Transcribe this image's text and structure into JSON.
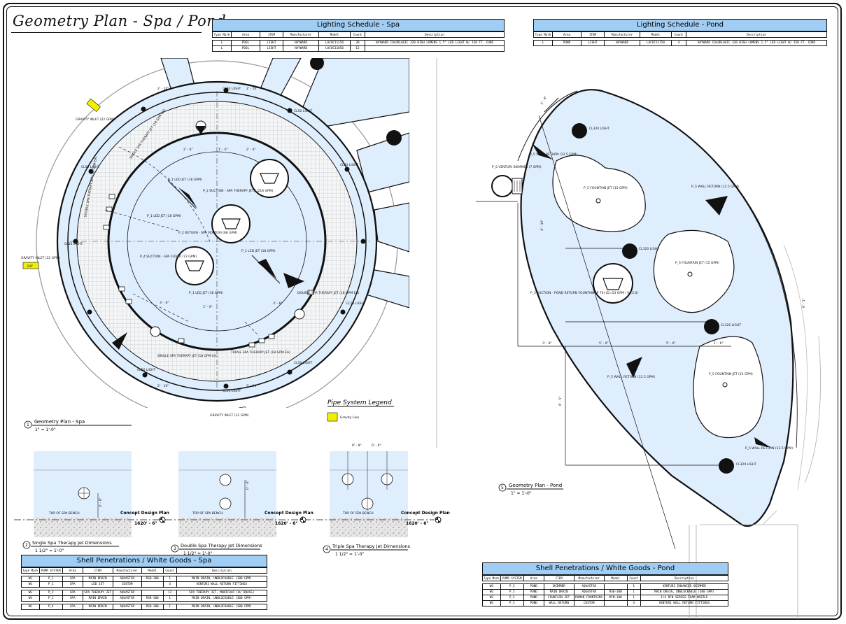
{
  "title": "Geometry Plan - Spa / Pond",
  "lighting_spa": {
    "header": "Lighting Schedule - Spa",
    "columns": [
      "Type Mark",
      "Area",
      "ITEM",
      "Manufacturer",
      "Model",
      "Count",
      "Description"
    ],
    "rows": [
      [
        "L",
        "POOL",
        "LIGHT",
        "HAYWARD",
        "LACUC11150",
        "30",
        "HAYWARD COLORLOGIC 320 HIGH LUMENS 1.5\" LED LIGHT W/ 150 FT. CORD"
      ],
      [
        "L",
        "POOL",
        "LIGHT",
        "HAYWARD",
        "LACUC11050",
        "12",
        ""
      ]
    ]
  },
  "lighting_pond": {
    "header": "Lighting Schedule - Pond",
    "columns": [
      "Type Mark",
      "Area",
      "ITEM",
      "Manufacturer",
      "Model",
      "Count",
      "Description"
    ],
    "rows": [
      [
        "L",
        "POND",
        "LIGHT",
        "HAYWARD",
        "LACUC11150",
        "4",
        "HAYWARD COLORLOGIC 320 HIGH LUMENS 1.5\" LED LIGHT W/ 150 FT. CORD"
      ]
    ]
  },
  "shell_spa": {
    "header": "Shell Penetrations / White Goods - Spa",
    "columns": [
      "Type Mark",
      "PUMP SYSTEM",
      "Area",
      "ITEM",
      "Manufacturer",
      "Model",
      "Count",
      "Description"
    ],
    "rows": [
      [
        "WG",
        "P_1",
        "SPA",
        "MAIN DRAIN",
        "AQUASTAR",
        "RSB-300",
        "1",
        "MAIN DRAIN, UNBLOCKABLE (300 GPM)"
      ],
      [
        "WG",
        "P_1",
        "SPA",
        "LED JET",
        "CUSTOM",
        "",
        "4",
        "VENTURI WALL RETURN FITTINGS"
      ],
      [
        "WG",
        "P_2",
        "SPA",
        "SPA THERAPY JET",
        "AQUASTAR",
        "",
        "12",
        "SPA THERAPY JET, MANIFOLD (W/ BRASS)"
      ],
      [
        "WG",
        "P_2",
        "SPA",
        "MAIN DRAIN",
        "AQUASTAR",
        "RSB-300",
        "1",
        "MAIN DRAIN, UNBLOCKABLE (300 GPM)"
      ],
      [
        "WG",
        "P_4",
        "SPA",
        "MAIN DRAIN",
        "AQUASTAR",
        "RSB-300",
        "1",
        "MAIN DRAIN, UNBLOCKABLE (300 GPM)"
      ]
    ]
  },
  "shell_pond": {
    "header": "Shell Penetrations / White Goods - Pond",
    "columns": [
      "Type Mark",
      "PUMP SYSTEM",
      "Area",
      "ITEM",
      "Manufacturer",
      "Model",
      "Count",
      "Description"
    ],
    "rows": [
      [
        "WG",
        "P_5",
        "POND",
        "SKIMMER",
        "AQUASTAR",
        "",
        "1",
        "VENTURI ENHANCED SKIMMER"
      ],
      [
        "WG",
        "P_5",
        "POND",
        "MAIN DRAIN",
        "AQUASTAR",
        "RSB-300",
        "1",
        "MAIN DRAIN, UNBLOCKABLE (300 GPM)"
      ],
      [
        "WG",
        "P_5",
        "POND",
        "FOUNTAIN JET",
        "ROMAN FOUNTAINS",
        "RFN-100",
        "1",
        "1/4 RFN SERIES FOAM NOZZLE"
      ],
      [
        "WG",
        "P_5",
        "POND",
        "WALL RETURN",
        "CUSTOM",
        "",
        "4",
        "VENTURI WALL RETURN FITTINGS"
      ]
    ]
  },
  "views": {
    "geometry_spa": {
      "num": "1",
      "title": "Geometry Plan - Spa",
      "scale": "1\" = 1'-0\""
    },
    "single_jet": {
      "num": "2",
      "title": "Single Spa Therapy Jet Dimensions",
      "scale": "1 1/2\" = 1'-0\""
    },
    "double_jet": {
      "num": "3",
      "title": "Double Spa Therapy Jet Dimensions",
      "scale": "1 1/2\" = 1'-0\""
    },
    "triple_jet": {
      "num": "4",
      "title": "Triple Spa Therapy Jet Dimensions",
      "scale": "1 1/2\" = 1'-0\""
    },
    "geometry_pond": {
      "num": "5",
      "title": "Geometry Plan - Pond",
      "scale": "1\" = 1'-0\""
    }
  },
  "legend": {
    "title": "Pipe System Legend",
    "item": "Gravity Line",
    "swatch": "#f2ee00"
  },
  "level": {
    "label": "Concept Design Plan",
    "elev": "1620' - 6\""
  },
  "colors": {
    "water": "#dfeefd",
    "header": "#9fcdf4",
    "light": "#111111"
  },
  "spa_labels": {
    "gravity1": "GRAVITY INLET (22 GPM)",
    "gravity2": "GRAVITY INLET (22 GPM)",
    "gravity3": "GRAVITY INLET (22 GPM)",
    "cl50": "CL50 LIGHT",
    "tag1": "3/8\"",
    "jet_single": "SINGLE SPA THERAPY JET (18 GPM EA)",
    "jet_double": "DOUBLE SPA THERAPY JET (18 GPM EA)",
    "jet_triple": "TRIPLE SPA THERAPY JET (18 GPM EA)",
    "led": "P_1 LED JET (18 GPM)",
    "suction": "P_2 SUCTION - SPA THERAPY JETS (216 GPM)",
    "return": "P_2 RETURN - SPA VENTURI (66 GPM)",
    "suction2": "P_4 SUCTION - SPA FLOOR (72 GPM)",
    "dim1": "2' - 6\"",
    "dim2": "3' - 6\"",
    "dim3": "1' - 0\"",
    "dim4": "2' - 10\""
  },
  "pond_labels": {
    "venturi": "P_5 VENTURI SKIMMER (7 GPM)",
    "wall_return": "P_5 WALL RETURN (12.5 GPM)",
    "fountain": "P_5 FOUNTAIN JET (15 GPM)",
    "cl320": "CL320 LIGHT",
    "suction": "P_5 SUCTION - POND RETURN FOUNTAIN (P 70) (D=53 GPM / V=5.0)",
    "dim1": "3' - 8\"",
    "dim2": "6' - 5\"",
    "dim3": "5' - 0\"",
    "dim4": "4' - 10\"",
    "dim5": "1' - 6\""
  },
  "detail_labels": {
    "top_of_bench": "TOP OF SPA BENCH",
    "d1": "0' - 9\"",
    "d2": "0' - 6\""
  }
}
